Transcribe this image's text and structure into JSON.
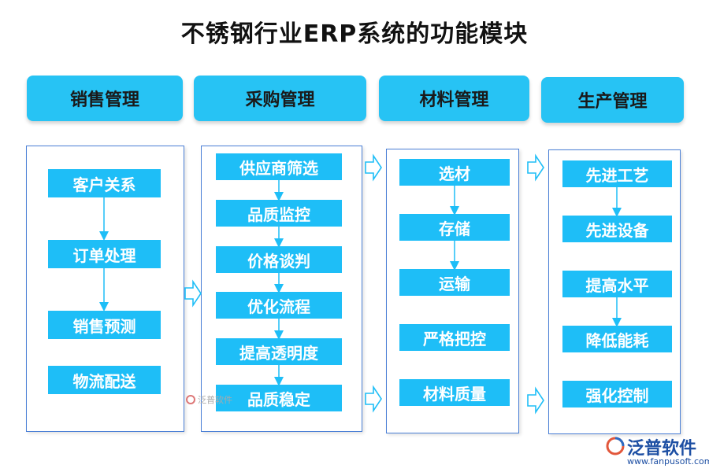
{
  "title": "不锈钢行业ERP系统的功能模块",
  "columns": [
    {
      "header": "销售管理",
      "items": [
        "客户关系",
        "订单处理",
        "销售预测",
        "物流配送"
      ]
    },
    {
      "header": "采购管理",
      "items": [
        "供应商筛选",
        "品质监控",
        "价格谈判",
        "优化流程",
        "提高透明度",
        "品质稳定"
      ]
    },
    {
      "header": "材料管理",
      "items": [
        "选材",
        "存储",
        "运输",
        "严格把控",
        "材料质量"
      ]
    },
    {
      "header": "生产管理",
      "items": [
        "先进工艺",
        "先进设备",
        "提高水平",
        "降低能耗",
        "强化控制"
      ]
    }
  ],
  "watermark": "泛普软件",
  "logo": {
    "name": "泛普软件",
    "url": "www.fanpusoft.com"
  },
  "colors": {
    "header": "#27c3f4",
    "box": "#1ebef7",
    "panel_border": "#4a7fd6",
    "arrow": "#1ebef7"
  }
}
